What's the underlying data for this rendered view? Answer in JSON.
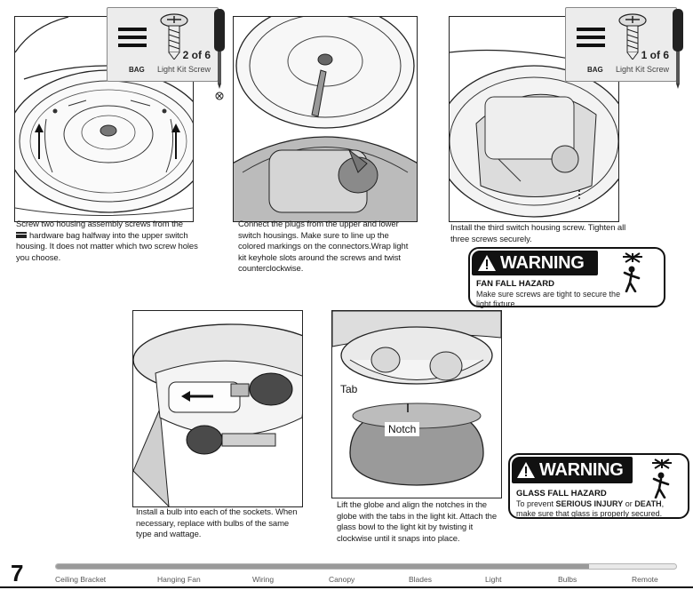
{
  "page_number": "7",
  "bag_boxes": [
    {
      "bag_label": "BAG",
      "count": "2 of 6",
      "part_name": "Light Kit Screw"
    },
    {
      "bag_label": "BAG",
      "count": "1 of 6",
      "part_name": "Light Kit Screw"
    }
  ],
  "steps": [
    {
      "caption_line1_rest": "Screw two housing assembly screws from the",
      "caption_rest": "hardware bag halfway into the upper switch housing. It does not matter which two screw holes you choose."
    },
    {
      "caption": "Connect the plugs from the upper and lower switch housings. Make sure to line up the colored markings on the connectors.Wrap light kit keyhole slots around the screws and twist counterclockwise."
    },
    {
      "caption": "Install the third switch housing screw. Tighten all three screws securely."
    },
    {
      "caption": "Install a bulb into each of the sockets. When necessary, replace with bulbs of the same type and wattage."
    },
    {
      "caption": "Lift the globe and align the notches in the globe with the tabs in the light kit. Attach the glass bowl to the light kit by twisting it clockwise until it snaps into place.",
      "labels": {
        "tab": "Tab",
        "notch": "Notch"
      }
    }
  ],
  "warnings": [
    {
      "title": "WARNING",
      "hazard": "FAN FALL HAZARD",
      "message": "Make sure screws are tight to secure the light fixture."
    },
    {
      "title": "WARNING",
      "hazard": "GLASS FALL HAZARD",
      "message_pre": "To prevent ",
      "message_b1": "SERIOUS INJURY",
      "message_mid": " or ",
      "message_b2": "DEATH",
      "message_post": ", make sure that glass is properly secured."
    }
  ],
  "progress": {
    "fraction": 0.86,
    "sections": [
      "Ceiling Bracket",
      "Hanging Fan",
      "Wiring",
      "Canopy",
      "Blades",
      "Light",
      "Bulbs",
      "Remote"
    ]
  },
  "colors": {
    "ink": "#111111",
    "progress_fill": "#9a9a9a",
    "progress_track": "#e9e9e9",
    "bag_box": "#ececec"
  }
}
